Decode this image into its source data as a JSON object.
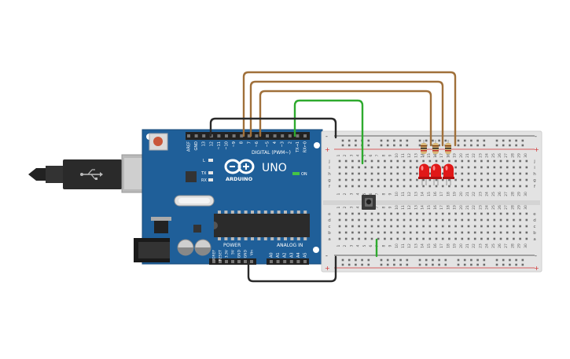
{
  "board": {
    "name": "UNO",
    "brand": "ARDUINO",
    "digital_label": "DIGITAL (PWM~)",
    "power_label": "POWER",
    "analog_label": "ANALOG IN",
    "on_label": "ON",
    "l_label": "L",
    "tx_label": "TX",
    "rx_label": "RX",
    "digital_pins": [
      "AREF",
      "GND",
      "13",
      "12",
      "~11",
      "~10",
      "~9",
      "8",
      "7",
      "~6",
      "~5",
      "4",
      "~3",
      "2",
      "TX→1",
      "RX←0"
    ],
    "power_pins": [
      "IOREF",
      "RESET",
      "3.3V",
      "5V",
      "GND",
      "GND",
      "Vin"
    ],
    "analog_pins": [
      "A0",
      "A1",
      "A2",
      "A3",
      "A4",
      "A5"
    ]
  },
  "breadboard": {
    "row_letters_top": [
      "j",
      "i",
      "h",
      "g",
      "f"
    ],
    "row_letters_bottom": [
      "e",
      "d",
      "c",
      "b",
      "a"
    ],
    "plus": "+",
    "minus": "-",
    "columns": [
      "1",
      "2",
      "3",
      "4",
      "5",
      "6",
      "7",
      "8",
      "9",
      "10",
      "11",
      "12",
      "13",
      "14",
      "15",
      "16",
      "17",
      "18",
      "19",
      "20",
      "21",
      "22",
      "23",
      "24",
      "25",
      "26",
      "27",
      "28",
      "29",
      "30"
    ]
  },
  "colors": {
    "board": "#1f5f99",
    "wire_brown": "#a0703a",
    "wire_black": "#2a2a2a",
    "wire_green": "#2eaa2e",
    "led": "#e01818",
    "breadboard": "#e3e3e3"
  }
}
